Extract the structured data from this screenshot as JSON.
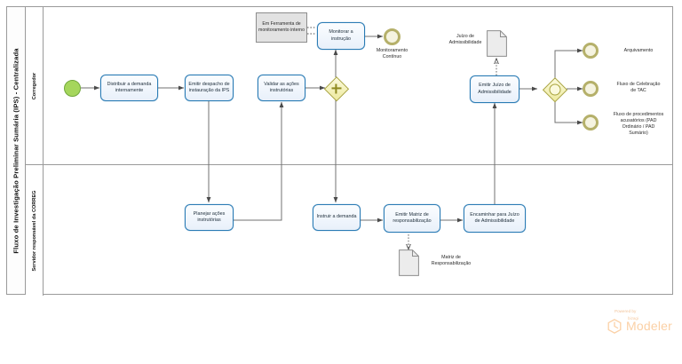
{
  "pool": {
    "title": "Fluxo de Investigação Preliminar Sumária (IPS) - Centralizada",
    "lanes": [
      {
        "id": "corregedor",
        "label": "Corregedor"
      },
      {
        "id": "servidor",
        "label": "Servidor responsável da CORREG"
      }
    ]
  },
  "events": {
    "start": {
      "name": "start-event",
      "label": ""
    },
    "end_monitoramento": {
      "label": "Monitoramento\nContínuo"
    },
    "end_arquivamento": {
      "label": "Arquivamento"
    },
    "end_tac": {
      "label": "Fluxo de Celebração\nde TAC"
    },
    "end_acusatorios": {
      "label": "Fluxo de procedimentos\nacusatórios (PAD\nOrdinário / PAD\nSumário)"
    }
  },
  "tasks": {
    "distribuir": "Distribuir a demanda internamente",
    "despacho": "Emitir despacho de instauração da IPS",
    "validar": "Validar as ações instrutórias",
    "monitorar": "Monitorar a instrução",
    "emitir_juizo": "Emitir Juízo de Admissibilidade",
    "planejar": "Planejar ações instrutórias",
    "instruir": "Instruir a demanda",
    "matriz": "Emitir Matriz de responsabilização",
    "encaminhar": "Encaminhar para Juízo de Admissibilidade"
  },
  "artifacts": {
    "annotation_monitoramento": "Em Ferramenta de monitoramento interno",
    "data_juizo": "Juízo de Admissibilidade",
    "data_matriz": "Matriz de Responsabilização"
  },
  "gateways": {
    "parallel": {
      "type": "parallel",
      "label": ""
    },
    "event_based": {
      "type": "event-based",
      "label": ""
    }
  },
  "watermark": {
    "powered": "Powered by",
    "brand_small": "bizagi",
    "brand": "Modeler"
  },
  "colors": {
    "task_border": "#2b7cb5",
    "task_fill": "#e8f0fa",
    "start_fill": "#a5d65c",
    "end_border": "#b5b06a",
    "gateway_border": "#a8a33d",
    "gateway_fill": "#eeea9e",
    "lane_border": "#9a9a9a",
    "connector": "#707070",
    "watermark": "#fbd0a5"
  }
}
